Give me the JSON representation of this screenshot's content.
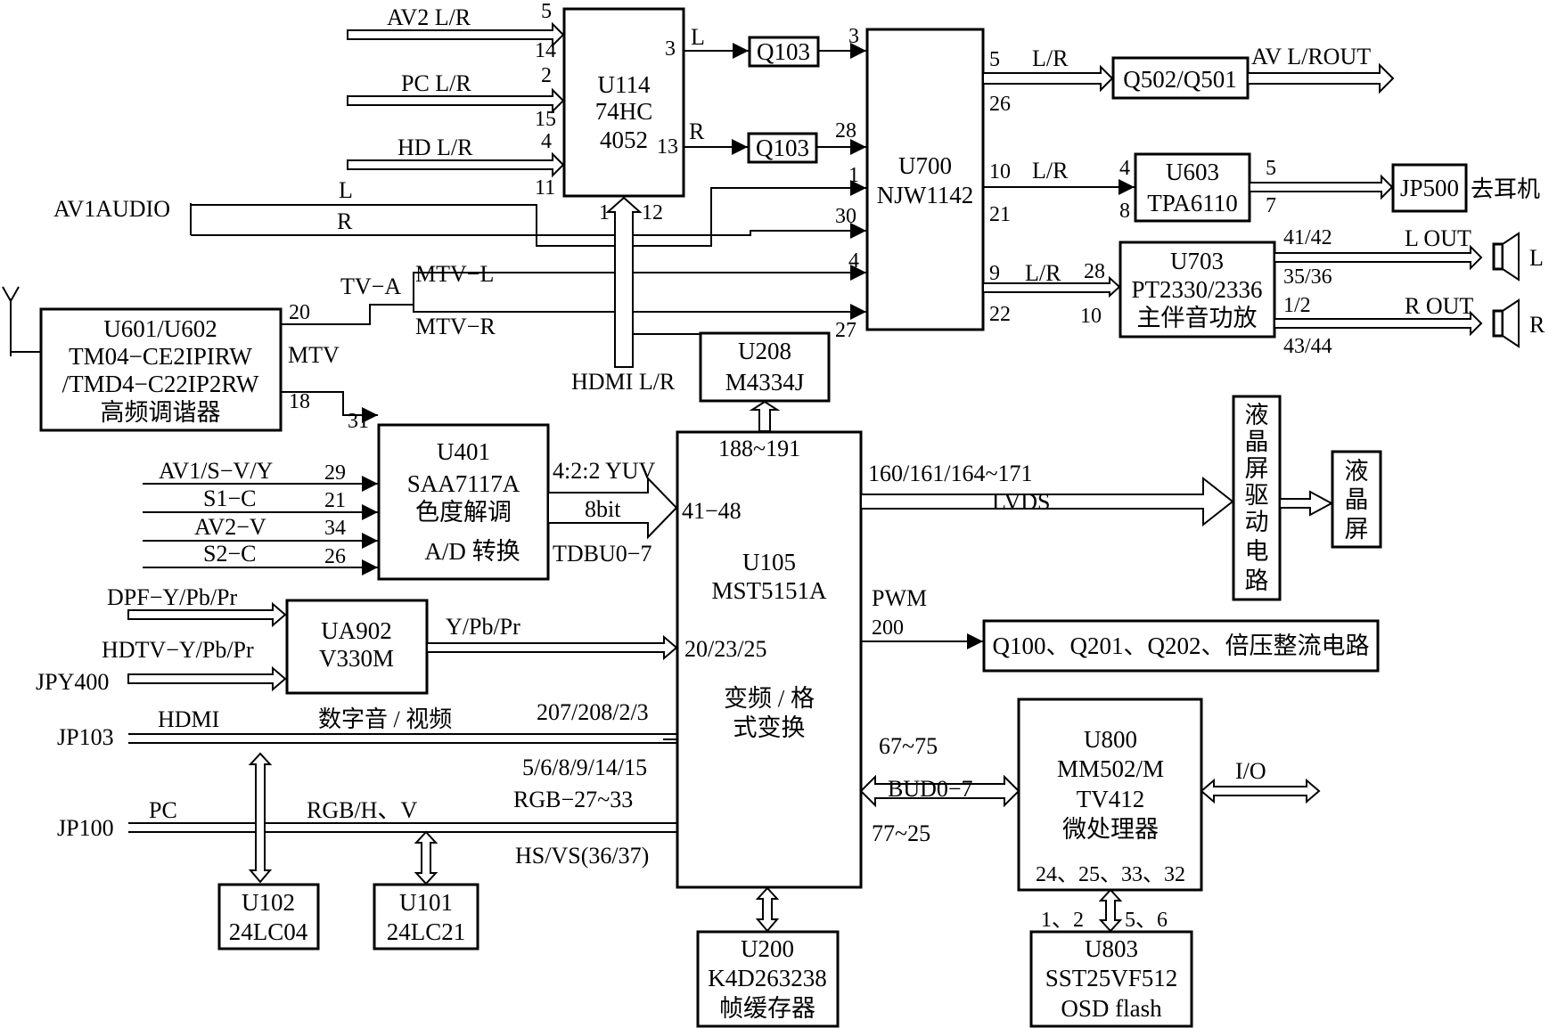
{
  "blocks": {
    "u114": [
      "U114",
      "74HC",
      "4052"
    ],
    "q103a": [
      "Q103"
    ],
    "q103b": [
      "Q103"
    ],
    "u700": [
      "U700",
      "NJW1142"
    ],
    "q502": [
      "Q502/Q501"
    ],
    "u603": [
      "U603",
      "TPA6110"
    ],
    "jp500": [
      "JP500"
    ],
    "u703": [
      "U703",
      "PT2330/2336",
      "主伴音功放"
    ],
    "u601": [
      "U601/U602",
      "TM04−CE2IPIRW",
      "/TMD4−C22IP2RW",
      "高频调谐器"
    ],
    "u208": [
      "U208",
      "M4334J"
    ],
    "u401": [
      "U401",
      "SAA7117A",
      "色度解调",
      "A/D 转换"
    ],
    "u105": [
      "U105",
      "MST5151A",
      "变频 / 格",
      "式变换"
    ],
    "ua902": [
      "UA902",
      "V330M"
    ],
    "lcd_drv": [
      "液",
      "晶",
      "屏",
      "驱",
      "动",
      "电",
      "路"
    ],
    "lcd": [
      "液",
      "晶",
      "屏"
    ],
    "q100": [
      "Q100、Q201、Q202、倍压整流电路"
    ],
    "u800": [
      "U800",
      "MM502/M",
      "TV412",
      "微处理器"
    ],
    "u102": [
      "U102",
      "24LC04"
    ],
    "u101": [
      "U101",
      "24LC21"
    ],
    "u200": [
      "U200",
      "K4D263238",
      "帧缓存器"
    ],
    "u803": [
      "U803",
      "SST25VF512",
      "OSD  flash"
    ]
  },
  "labels": {
    "av2_lr": "AV2 L/R",
    "pc_lr": "PC  L/R",
    "hd_lr": "HD L/R",
    "av1_audio": "AV1AUDIO",
    "l": "L",
    "r": "R",
    "tv_a": "TV−A",
    "mtv_l": "MTV−L",
    "mtv_r": "MTV−R",
    "mtv": "MTV",
    "hdmi_lr": "HDMI L/R",
    "av_lrout": "AV L/ROUT",
    "qu_erji": "去耳机",
    "l_out": "L OUT",
    "r_out": "R OUT",
    "spk_l": "L",
    "spk_r": "R",
    "u114_l": "L",
    "u114_r": "R",
    "lr_a": "L/R",
    "lr_b": "L/R",
    "lr_c": "L/R",
    "av1_sv_y": "AV1/S−V/Y",
    "s1_c": "S1−C",
    "av2_v": "AV2−V",
    "s2_c": "S2−C",
    "yuv": "4:2:2 YUV",
    "bit8": "8bit",
    "tdbu": "TDBU0−7",
    "lvds_pins": "160/161/164~171",
    "lvds": "LVDS",
    "pwm": "PWM",
    "dpf": "DPF−Y/Pb/Pr",
    "hdtv": "HDTV−Y/Pb/Pr",
    "jpy400": "JPY400",
    "ypbpr": "Y/Pb/Pr",
    "jp103": "JP103",
    "hdmi": "HDMI",
    "digital_av": "数字音 / 视频",
    "pins_207": "207/208/2/3",
    "pins_5_15": "5/6/8/9/14/15",
    "jp100": "JP100",
    "pc": "PC",
    "rgb_hv": "RGB/H、V",
    "rgb_pins": "RGB−27~33",
    "hsvs": "HS/VS(36/37)",
    "pins_188": "188~191",
    "pins_41_48": "41−48",
    "pins_20_25": "20/23/25",
    "pins_67_75": "67~75",
    "bud": "BUD0−7",
    "pins_77_25": "77~25",
    "io": "I/O",
    "u800_pins": "24、25、33、32",
    "u803_pins_a": "1、2",
    "u803_pins_b": "5、6"
  },
  "pins": {
    "p5a": "5",
    "p14": "14",
    "p2": "2",
    "p15": "15",
    "p4a": "4",
    "p11": "11",
    "p3a": "3",
    "p13": "13",
    "p1a": "1",
    "p12": "12",
    "p3b": "3",
    "p28a": "28",
    "p1b": "1",
    "p30": "30",
    "p4b": "4",
    "p27": "27",
    "p5b": "5",
    "p26": "26",
    "p10a": "10",
    "p21": "21",
    "p9": "9",
    "p22": "22",
    "p4c": "4",
    "p8": "8",
    "p5c": "5",
    "p7": "7",
    "p28b": "28",
    "p10b": "10",
    "p4142": "41/42",
    "p3536": "35/36",
    "p12b": "1/2",
    "p4344": "43/44",
    "p20": "20",
    "p18": "18",
    "p31": "31",
    "p29": "29",
    "p21b": "21",
    "p34": "34",
    "p26b": "26",
    "p200": "200"
  }
}
